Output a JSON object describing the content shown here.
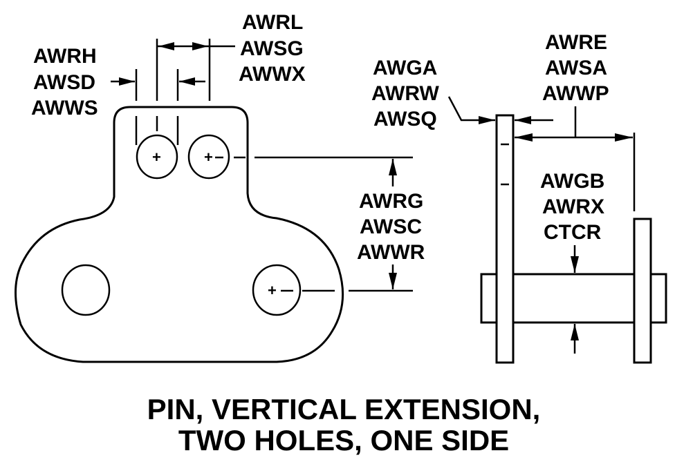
{
  "title": {
    "line1": "PIN, VERTICAL EXTENSION,",
    "line2": "TWO HOLES, ONE SIDE"
  },
  "callouts": {
    "hole_diameter": [
      "AWRL",
      "AWSG",
      "AWWX"
    ],
    "edge_to_hole": [
      "AWRH",
      "AWSD",
      "AWWS"
    ],
    "hole_center_distance": [
      "AWRG",
      "AWSC",
      "AWWR"
    ],
    "plate_thickness": [
      "AWGA",
      "AWRW",
      "AWSQ"
    ],
    "inside_width": [
      "AWRE",
      "AWSA",
      "AWWP"
    ],
    "pin_diameter": [
      "AWGB",
      "AWRX",
      "CTCR"
    ]
  },
  "marks": {
    "center": "+"
  },
  "colors": {
    "ink": "#000000",
    "background": "#ffffff"
  }
}
